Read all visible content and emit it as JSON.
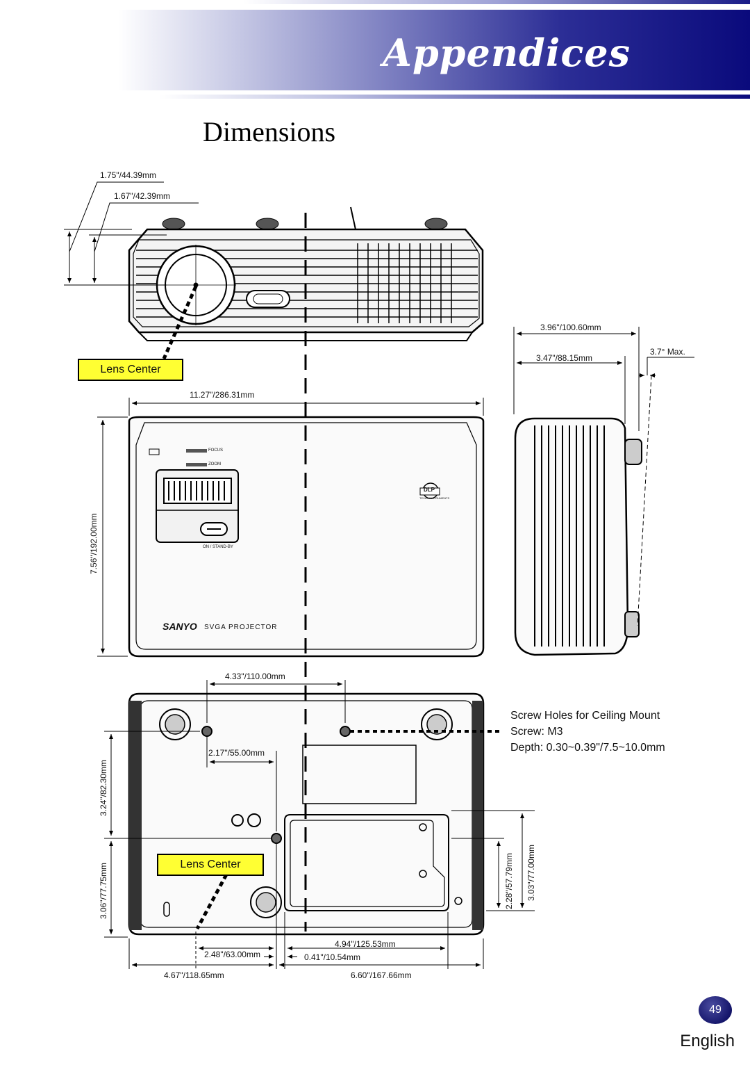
{
  "header": {
    "title": "Appendices"
  },
  "section": {
    "heading": "Dimensions"
  },
  "front_view": {
    "height_overall": "1.75\"/44.39mm",
    "height_lens": "1.67\"/42.39mm"
  },
  "top_view": {
    "width": "11.27\"/286.31mm",
    "depth": "7.56\"/192.00mm",
    "focus_label": "FOCUS",
    "zoom_label": "ZOOM",
    "power_label": "ON / STAND-BY",
    "brand": "SANYO",
    "model": "SVGA PROJECTOR",
    "dlp_label": "DLP",
    "ti_label": "TEXAS INSTRUMENTS"
  },
  "side_view": {
    "height_overall": "3.96\"/100.60mm",
    "height_body": "3.47\"/88.15mm",
    "tilt": "3.7° Max."
  },
  "bottom_view": {
    "hole_spacing": "4.33\"/110.00mm",
    "hole_offset": "2.17\"/55.00mm",
    "depth_rear": "3.24\"/82.30mm",
    "depth_front": "3.06\"/77.75mm",
    "right_depth_a": "2.28\"/57.79mm",
    "right_depth_b": "3.03\"/77.00mm",
    "lens_offset": "2.48\"/63.00mm",
    "door_width": "4.94\"/125.53mm",
    "door_offset": "0.41\"/10.54mm",
    "left_total": "4.67\"/118.65mm",
    "right_total": "6.60\"/167.66mm"
  },
  "lens_center": {
    "label_top": "Lens Center",
    "label_bottom": "Lens Center"
  },
  "ceiling_mount": {
    "title": "Screw Holes for Ceiling Mount",
    "screw": "Screw: M3",
    "depth": "Depth: 0.30~0.39\"/7.5~10.0mm"
  },
  "footer": {
    "page_number": "49",
    "language": "English"
  }
}
